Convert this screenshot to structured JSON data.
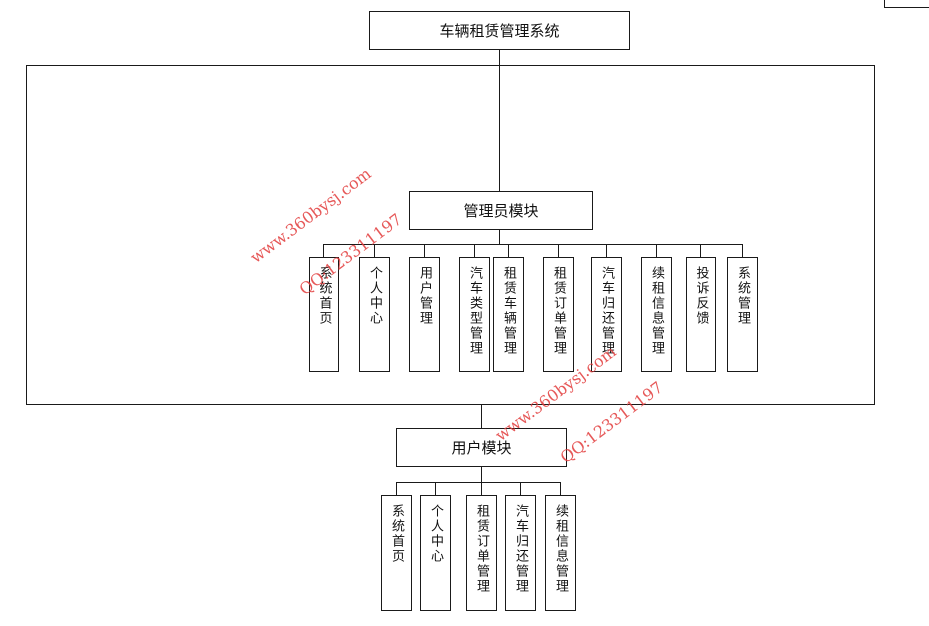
{
  "root": {
    "label": "车辆租赁管理系统"
  },
  "admin_module": {
    "label": "管理员模块",
    "items": [
      "系统首页",
      "个人中心",
      "用户管理",
      "汽车类型管理",
      "租赁车辆管理",
      "租赁订单管理",
      "汽车归还管理",
      "续租信息管理",
      "投诉反馈",
      "系统管理"
    ]
  },
  "user_module": {
    "label": "用户模块",
    "items": [
      "系统首页",
      "个人中心",
      "租赁订单管理",
      "汽车归还管理",
      "续租信息管理"
    ]
  },
  "watermarks": [
    "www.360bysj.com",
    "QQ:123311197",
    "www.360bysj.com",
    "QQ:123311197"
  ],
  "colors": {
    "line": "#1a1a1a",
    "watermark": "#e23c3c"
  }
}
